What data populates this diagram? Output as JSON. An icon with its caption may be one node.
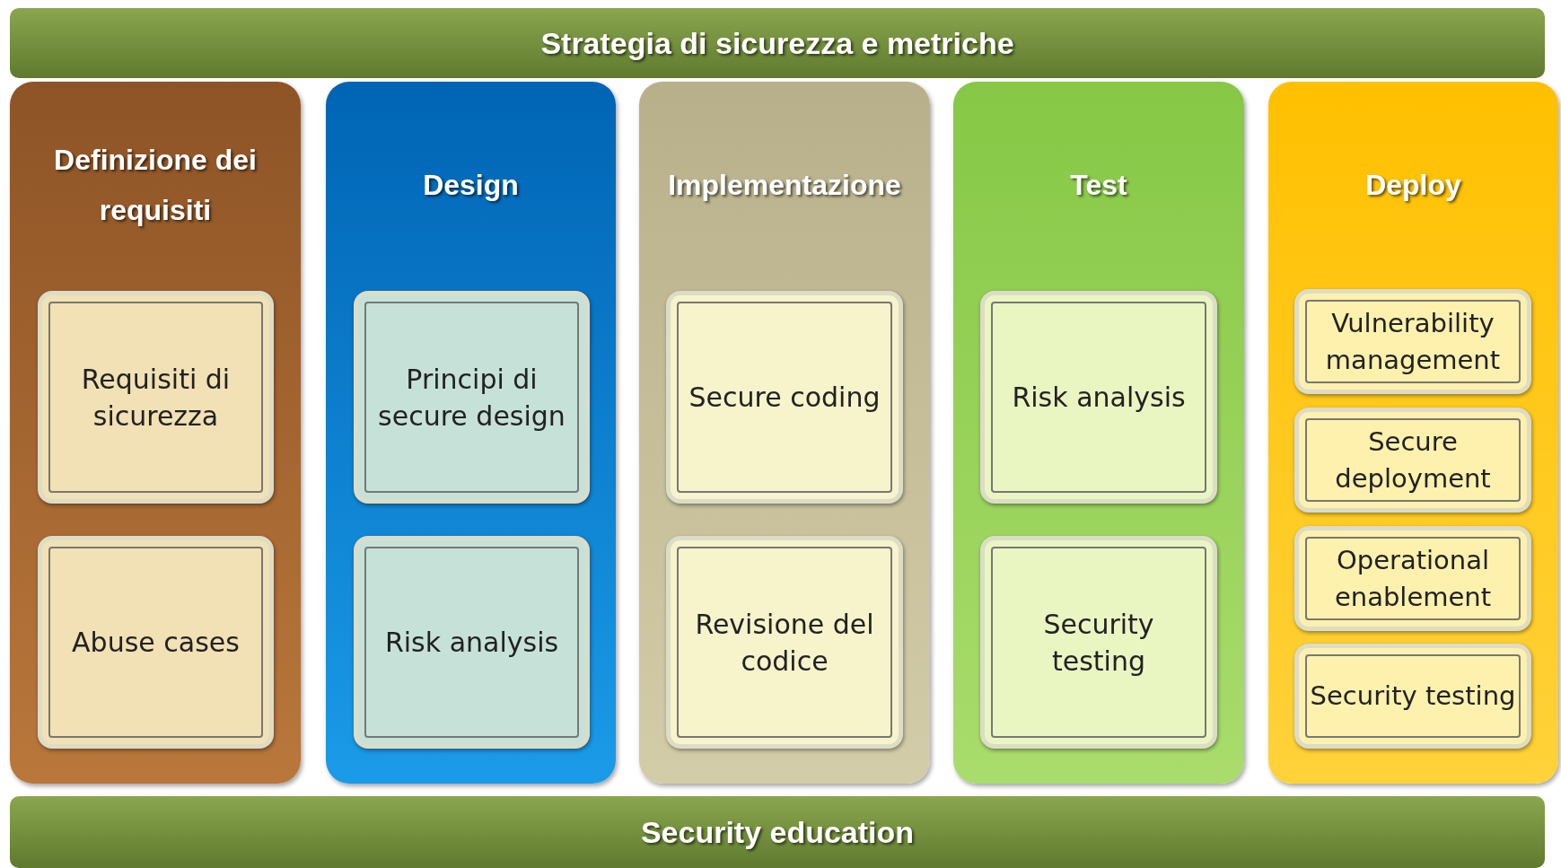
{
  "diagram": {
    "nodes": [
      {
        "text": [
          "Strategia di sicurezza e metriche"
        ]
      },
      {
        "text": [
          "Definizione dei requisiti"
        ]
      },
      {
        "text": [
          "Requisiti di sicurezza"
        ],
        "in": 1
      },
      {
        "text": [
          "Abuse cases"
        ],
        "in": 1
      },
      {
        "text": [
          "Design"
        ]
      },
      {
        "text": [
          "Principi di secure design"
        ],
        "in": 4
      },
      {
        "text": [
          "Risk analysis"
        ],
        "in": 4
      },
      {
        "text": [
          "Implementazione"
        ]
      },
      {
        "text": [
          "Secure coding"
        ],
        "in": 7
      },
      {
        "text": [
          "Revisione del codice"
        ],
        "in": 7
      },
      {
        "text": [
          "Test"
        ]
      },
      {
        "text": [
          "Risk analysis"
        ],
        "in": 10
      },
      {
        "text": [
          "Security testing"
        ],
        "in": 10
      },
      {
        "text": [
          "Deploy"
        ]
      },
      {
        "text": [
          "Vulnerability management"
        ],
        "in": 13
      },
      {
        "text": [
          "Secure deployment"
        ],
        "in": 13
      },
      {
        "text": [
          "Operational enablement"
        ],
        "in": 13
      },
      {
        "text": [
          "Security testing"
        ],
        "in": 13
      },
      {
        "text": [
          "Security education"
        ]
      }
    ]
  }
}
